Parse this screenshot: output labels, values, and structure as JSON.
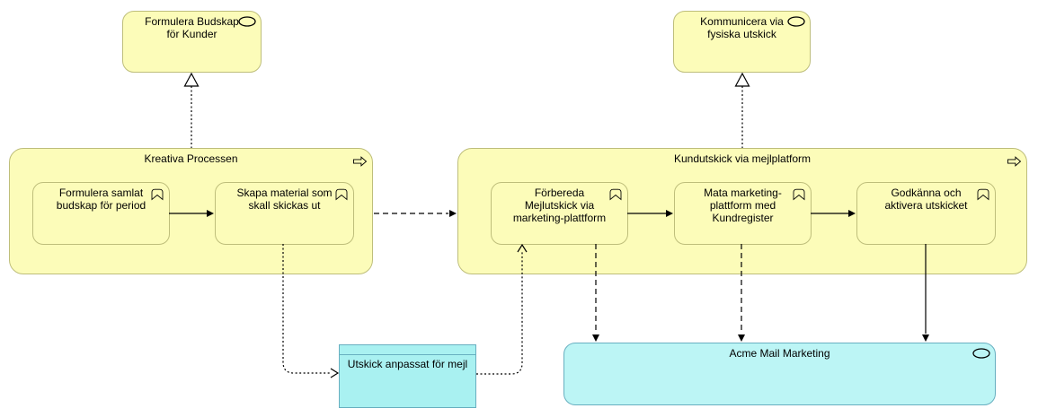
{
  "nodes": {
    "svc1": {
      "label": "Formulera Budskap\nför Kunder",
      "type": "business-service"
    },
    "svc2": {
      "label": "Kommunicera via\nfysiska utskick",
      "type": "business-service"
    },
    "procA": {
      "label": "Kreativa Processen",
      "type": "business-process"
    },
    "procA1": {
      "label": "Formulera samlat\nbudskap för period",
      "type": "business-function"
    },
    "procA2": {
      "label": "Skapa material som\nskall skickas ut",
      "type": "business-function"
    },
    "procB": {
      "label": "Kundutskick via mejlplatform",
      "type": "business-process"
    },
    "procB1": {
      "label": "Förbereda\nMejlutskick via\nmarketing-plattform",
      "type": "business-function"
    },
    "procB2": {
      "label": "Mata marketing-\nplattform med\nKundregister",
      "type": "business-function"
    },
    "procB3": {
      "label": "Godkänna och\naktivera utskicket",
      "type": "business-function"
    },
    "obj1": {
      "label": "Utskick anpassat för mejl",
      "type": "business-object"
    },
    "app1": {
      "label": "Acme Mail Marketing",
      "type": "application-service"
    }
  },
  "icons": {
    "service": "service-oval-icon",
    "process": "process-arrow-icon",
    "function": "function-chevron-icon"
  },
  "colors": {
    "business_fill": "#FCFCB9",
    "business_border": "#BEBE7B",
    "app_fill": "#B2F2F2",
    "app_border": "#68AFC0",
    "connector": "#000000",
    "canvas_bg": "#FFFFFF"
  }
}
